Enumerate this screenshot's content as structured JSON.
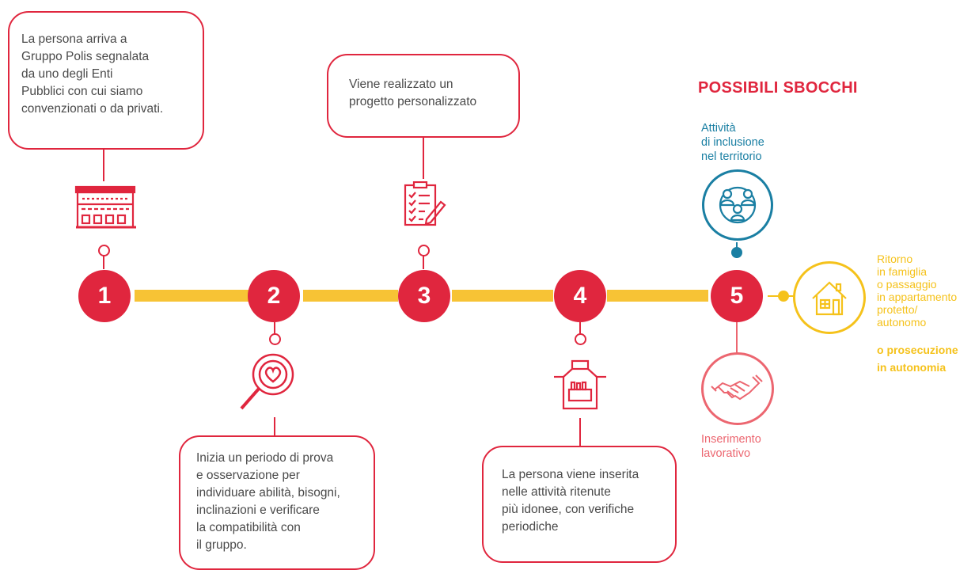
{
  "steps": [
    {
      "number": "1",
      "icon": "building-icon",
      "text": "La persona arriva a\nGruppo Polis segnalata\nda uno degli Enti\nPubblici con cui siamo\nconvenzionati o da privati."
    },
    {
      "number": "2",
      "icon": "magnifier-heart-icon",
      "text": "Inizia un periodo di prova\ne osservazione per\nindividuare abilità, bisogni,\ninclinazioni e verificare\nla compatibilità con\nil gruppo."
    },
    {
      "number": "3",
      "icon": "checklist-icon",
      "text": "Viene realizzato un\nprogetto personalizzato"
    },
    {
      "number": "4",
      "icon": "apron-icon",
      "text": "La persona viene inserita\nnelle attività ritenute\npiù idonee, con verifiche\nperiodiche"
    },
    {
      "number": "5"
    }
  ],
  "outcomes": {
    "title": "POSSIBILI SBOCCHI",
    "inclusion": {
      "label": "Attività\ndi inclusione\nnel territorio",
      "icon": "people-network-icon",
      "color": "#1a7fa3"
    },
    "work": {
      "label": "Inserimento\nlavorativo",
      "icon": "handshake-icon",
      "color": "#ec6670"
    },
    "home": {
      "label_regular": "Ritorno\nin famiglia\no passaggio\nin appartamento\nprotetto/\nautonomo",
      "label_bold": "o prosecuzione\nin autonomia",
      "icon": "house-icon",
      "color": "#f5c21b"
    }
  },
  "colors": {
    "red": "#e0263e",
    "yellow": "#f7c335",
    "teal": "#1a7fa3",
    "salmon": "#ec6670"
  }
}
